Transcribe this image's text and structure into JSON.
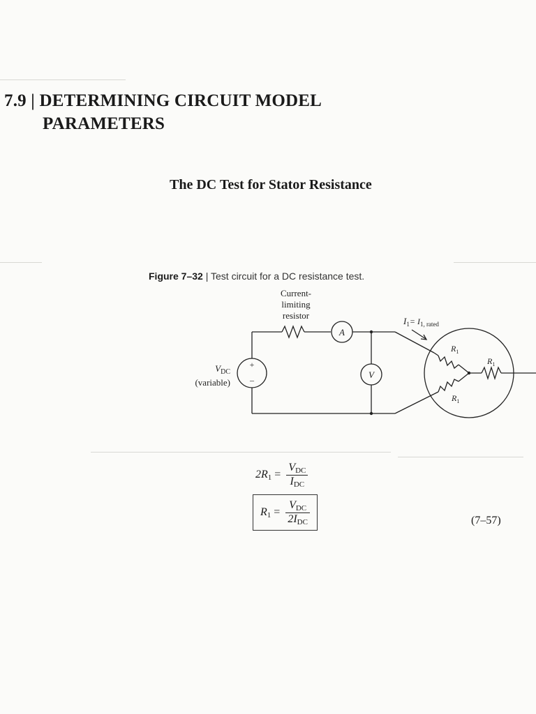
{
  "section": {
    "number_line1": "7.9 | DETERMINING CIRCUIT MODEL",
    "line2": "PARAMETERS"
  },
  "subtitle": "The DC Test for Stator Resistance",
  "figure": {
    "label": "Figure 7–32",
    "separator": " | ",
    "caption": "Test circuit for a DC resistance test.",
    "current_limiting_1": "Current-",
    "current_limiting_2": "limiting",
    "current_limiting_3": "resistor",
    "ammeter": "A",
    "voltmeter": "V",
    "source_label_v": "V",
    "source_label_sub": "DC",
    "source_label_variable": "(variable)",
    "plus": "+",
    "minus": "–",
    "current_eq": "I",
    "current_eq_sub": "1",
    "current_eq_rhs": "= I",
    "current_eq_rhs_sub": "1, rated",
    "resistor_label": "R",
    "resistor_label_sub": "1"
  },
  "equations": {
    "eq1_lhs": "2R",
    "eq1_lhs_sub": "1",
    "eq1_eq": "=",
    "eq1_num": "V",
    "eq1_num_sub": "DC",
    "eq1_den": "I",
    "eq1_den_sub": "DC",
    "eq2_lhs": "R",
    "eq2_lhs_sub": "1",
    "eq2_eq": "=",
    "eq2_num": "V",
    "eq2_num_sub": "DC",
    "eq2_den": "2I",
    "eq2_den_sub": "DC",
    "number": "(7–57)"
  }
}
